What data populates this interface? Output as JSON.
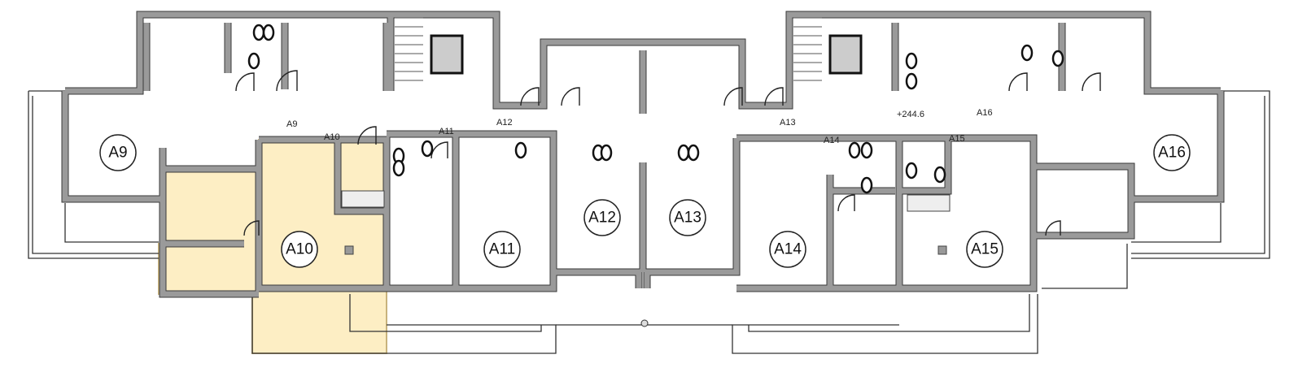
{
  "plan": {
    "highlight_color": "#fdeec4",
    "highlight_border": "#c8b27c",
    "selected_unit": "A10",
    "units": [
      {
        "id": "A9",
        "label": "A9"
      },
      {
        "id": "A10",
        "label": "A10"
      },
      {
        "id": "A11",
        "label": "A11"
      },
      {
        "id": "A12",
        "label": "A12"
      },
      {
        "id": "A13",
        "label": "A13"
      },
      {
        "id": "A14",
        "label": "A14"
      },
      {
        "id": "A15",
        "label": "A15"
      },
      {
        "id": "A16",
        "label": "A16"
      }
    ],
    "entrance_labels": [
      "A9",
      "A10",
      "A11",
      "A12",
      "A13",
      "A14",
      "A15",
      "A16"
    ],
    "elevation": "+244.6"
  }
}
